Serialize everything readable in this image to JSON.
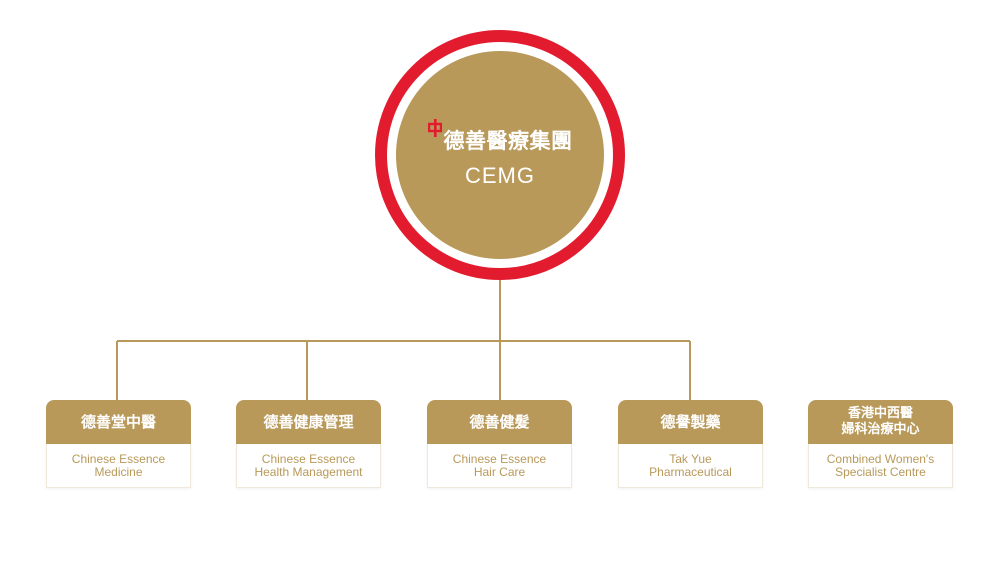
{
  "colors": {
    "gold": "#b8995a",
    "red_ring": "#e31b2e",
    "logo_red": "#e31b2e"
  },
  "root": {
    "logo_icon": "red-cross-medical-mark",
    "name_cn": "德善醫療集團",
    "name_en": "CEMG"
  },
  "children": [
    {
      "name_cn": "德善堂中醫",
      "name_en": "Chinese Essence\nMedicine"
    },
    {
      "name_cn": "德善健康管理",
      "name_en": "Chinese Essence\nHealth Management"
    },
    {
      "name_cn": "德善健髮",
      "name_en": "Chinese Essence\nHair Care"
    },
    {
      "name_cn": "德譽製藥",
      "name_en": "Tak Yue\nPharmaceutical"
    },
    {
      "name_cn": "香港中西醫\n婦科治療中心",
      "name_en": "Combined Women's\nSpecialist Centre"
    }
  ]
}
